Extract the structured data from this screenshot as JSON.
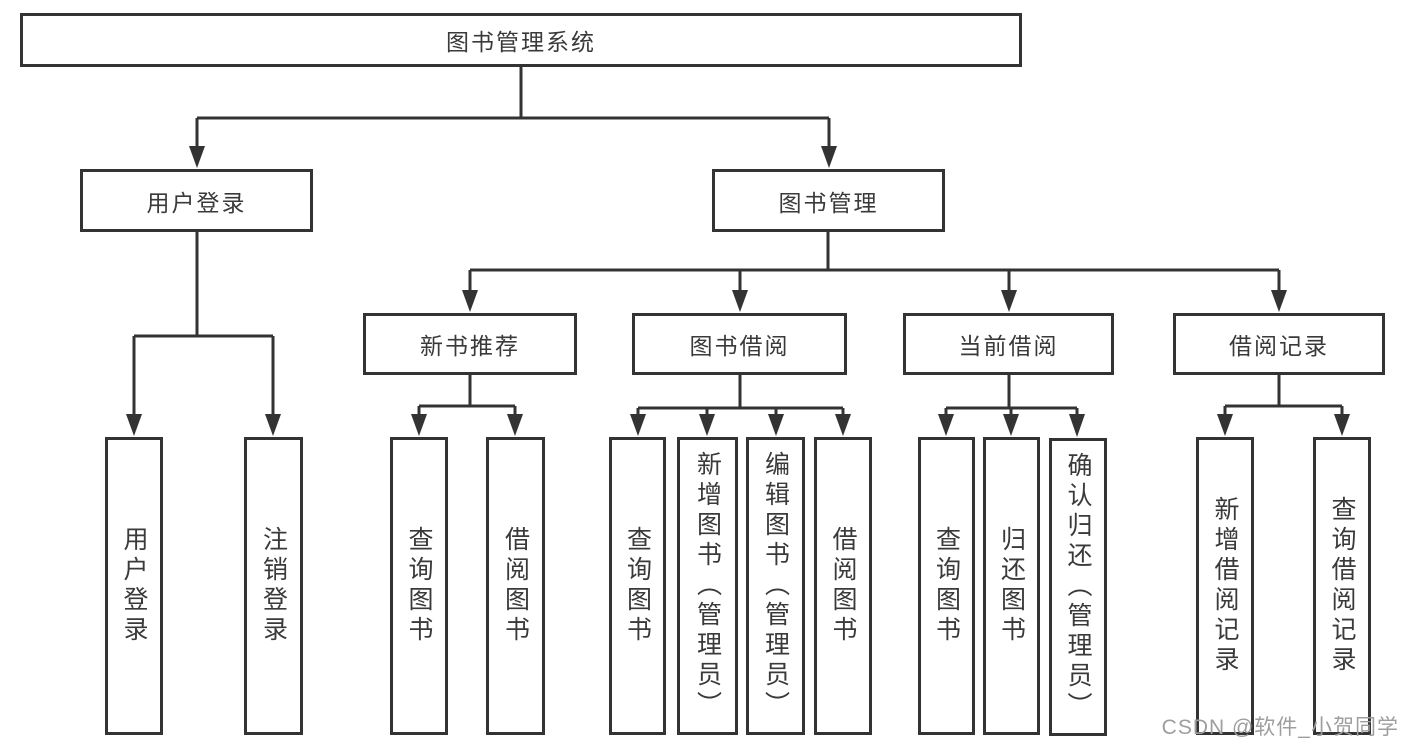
{
  "tree": {
    "label": "图书管理系统",
    "children": [
      {
        "label": "用户登录",
        "children": [
          {
            "label": "用户登录"
          },
          {
            "label": "注销登录"
          }
        ]
      },
      {
        "label": "图书管理",
        "children": [
          {
            "label": "新书推荐",
            "children": [
              {
                "label": "查询图书"
              },
              {
                "label": "借阅图书"
              }
            ]
          },
          {
            "label": "图书借阅",
            "children": [
              {
                "label": "查询图书"
              },
              {
                "label": "新增图书（管理员）"
              },
              {
                "label": "编辑图书（管理员）"
              },
              {
                "label": "借阅图书"
              }
            ]
          },
          {
            "label": "当前借阅",
            "children": [
              {
                "label": "查询图书"
              },
              {
                "label": "归还图书"
              },
              {
                "label": "确认归还（管理员）"
              }
            ]
          },
          {
            "label": "借阅记录",
            "children": [
              {
                "label": "新增借阅记录"
              },
              {
                "label": "查询借阅记录"
              }
            ]
          }
        ]
      }
    ]
  },
  "watermark": {
    "text": "CSDN @软件_小贺同学"
  },
  "colors": {
    "line": "#333333",
    "box_border": "#333333",
    "text": "#3a3a3a",
    "background": "#ffffff",
    "watermark": "#9e9e9e"
  }
}
